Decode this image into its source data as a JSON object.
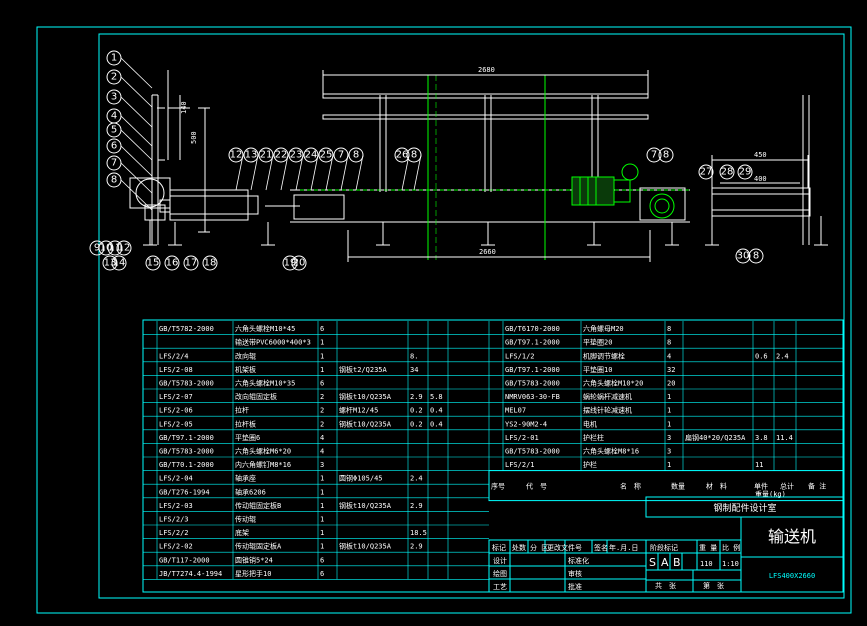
{
  "drawing": {
    "main_title": "输送机",
    "drawing_no": "LFS400X2660",
    "company_title": "钢制配件设计室",
    "dims": {
      "top_length": "2680",
      "bottom_length": "2660",
      "height_500": "500",
      "height_140": "140",
      "width_450": "450",
      "width_400": "400"
    },
    "balloons": {
      "left_column": [
        "1",
        "2",
        "3",
        "4",
        "5",
        "6",
        "7",
        "8"
      ],
      "left_bottom": [
        "9",
        "10",
        "11",
        "12",
        "13",
        "14",
        "15",
        "16",
        "17",
        "18",
        "19",
        "20"
      ],
      "mid_top": [
        "12",
        "13",
        "21",
        "22",
        "23",
        "24",
        "25",
        "7",
        "8",
        "26",
        "8"
      ],
      "mid_right": [
        "7",
        "8"
      ],
      "right_view": [
        "27",
        "28",
        "29",
        "30",
        "8"
      ]
    }
  },
  "bom_left": [
    {
      "no": "",
      "std": "GB/T5782-2000",
      "name": "六角头螺栓M10*45",
      "qty": "6",
      "mat": "",
      "w1": "",
      "w2": ""
    },
    {
      "no": "",
      "std": "",
      "name": "输送带PVC6000*400*3",
      "qty": "1",
      "mat": "",
      "w1": "",
      "w2": ""
    },
    {
      "no": "",
      "std": "LFS/2/4",
      "name": "改向辊",
      "qty": "1",
      "mat": "",
      "w1": "8.",
      "w2": ""
    },
    {
      "no": "",
      "std": "LFS/2-08",
      "name": "机架板",
      "qty": "1",
      "mat": "钢板t2/Q235A",
      "w1": "34",
      "w2": ""
    },
    {
      "no": "",
      "std": "GB/T5783-2000",
      "name": "六角头螺栓M10*35",
      "qty": "6",
      "mat": "",
      "w1": "",
      "w2": ""
    },
    {
      "no": "",
      "std": "LFS/2-07",
      "name": "改向辊固定板",
      "qty": "2",
      "mat": "钢板t10/Q235A",
      "w1": "2.9",
      "w2": "5.8"
    },
    {
      "no": "",
      "std": "LFS/2-06",
      "name": "拉杆",
      "qty": "2",
      "mat": "螺杆M12/45",
      "w1": "0.2",
      "w2": "0.4"
    },
    {
      "no": "",
      "std": "LFS/2-05",
      "name": "拉杆板",
      "qty": "2",
      "mat": "钢板t10/Q235A",
      "w1": "0.2",
      "w2": "0.4"
    },
    {
      "no": "",
      "std": "GB/T97.1-2000",
      "name": "平垫圈6",
      "qty": "4",
      "mat": "",
      "w1": "",
      "w2": ""
    },
    {
      "no": "",
      "std": "GB/T5783-2000",
      "name": "六角头螺栓M6*20",
      "qty": "4",
      "mat": "",
      "w1": "",
      "w2": ""
    },
    {
      "no": "",
      "std": "GB/T70.1-2000",
      "name": "内六角螺钉M8*16",
      "qty": "3",
      "mat": "",
      "w1": "",
      "w2": ""
    },
    {
      "no": "",
      "std": "LFS/2-04",
      "name": "轴承座",
      "qty": "1",
      "mat": "圆钢Φ105/45",
      "w1": "2.4",
      "w2": ""
    },
    {
      "no": "",
      "std": "GB/T276-1994",
      "name": "轴承6206",
      "qty": "1",
      "mat": "",
      "w1": "",
      "w2": ""
    },
    {
      "no": "",
      "std": "LFS/2-03",
      "name": "传动辊固定板B",
      "qty": "1",
      "mat": "钢板t10/Q235A",
      "w1": "2.9",
      "w2": ""
    },
    {
      "no": "",
      "std": "LFS/2/3",
      "name": "传动辊",
      "qty": "1",
      "mat": "",
      "w1": "",
      "w2": ""
    },
    {
      "no": "",
      "std": "LFS/2/2",
      "name": "底架",
      "qty": "1",
      "mat": "",
      "w1": "18.5",
      "w2": ""
    },
    {
      "no": "",
      "std": "LFS/2-02",
      "name": "传动辊固定板A",
      "qty": "1",
      "mat": "钢板t10/Q235A",
      "w1": "2.9",
      "w2": ""
    },
    {
      "no": "",
      "std": "GB/T117-2000",
      "name": "圆锥销5*24",
      "qty": "6",
      "mat": "",
      "w1": "",
      "w2": ""
    },
    {
      "no": "",
      "std": "JB/T7274.4-1994",
      "name": "星形把手10",
      "qty": "6",
      "mat": "",
      "w1": "",
      "w2": ""
    }
  ],
  "bom_right": [
    {
      "no": "",
      "std": "GB/T6170-2000",
      "name": "六角螺母M20",
      "qty": "8",
      "mat": "",
      "w1": "",
      "w2": ""
    },
    {
      "no": "",
      "std": "GB/T97.1-2000",
      "name": "平垫圈20",
      "qty": "8",
      "mat": "",
      "w1": "",
      "w2": ""
    },
    {
      "no": "",
      "std": "LFS/1/2",
      "name": "机脚调节螺栓",
      "qty": "4",
      "mat": "",
      "w1": "0.6",
      "w2": "2.4"
    },
    {
      "no": "",
      "std": "GB/T97.1-2000",
      "name": "平垫圈10",
      "qty": "32",
      "mat": "",
      "w1": "",
      "w2": ""
    },
    {
      "no": "",
      "std": "GB/T5783-2000",
      "name": "六角头螺栓M10*20",
      "qty": "20",
      "mat": "",
      "w1": "",
      "w2": ""
    },
    {
      "no": "",
      "std": "NMRV063-30-FB",
      "name": "蜗轮蜗杆减速机",
      "qty": "1",
      "mat": "",
      "w1": "",
      "w2": ""
    },
    {
      "no": "",
      "std": "MEL07",
      "name": "摆线针轮减速机",
      "qty": "1",
      "mat": "",
      "w1": "",
      "w2": ""
    },
    {
      "no": "",
      "std": "YS2-90M2-4",
      "name": "电机",
      "qty": "1",
      "mat": "",
      "w1": "",
      "w2": ""
    },
    {
      "no": "",
      "std": "LFS/2-01",
      "name": "护栏柱",
      "qty": "3",
      "mat": "扁钢40*20/Q235A",
      "w1": "3.8",
      "w2": "11.4"
    },
    {
      "no": "",
      "std": "GB/T5783-2000",
      "name": "六角头螺栓M8*16",
      "qty": "3",
      "mat": "",
      "w1": "",
      "w2": ""
    },
    {
      "no": "",
      "std": "LFS/2/1",
      "name": "护栏",
      "qty": "1",
      "mat": "",
      "w1": "11",
      "w2": ""
    }
  ],
  "bom_header": {
    "no": "序号",
    "code": "代　号",
    "name": "名　称",
    "qty": "数量",
    "material": "材　料",
    "single": "单件",
    "total": "总计",
    "weight": "重量(kg)",
    "remark": "备 注"
  },
  "title_block": {
    "row_labels": [
      "标记",
      "处数",
      "分 区",
      "更改文件号",
      "签名",
      "年.月.日"
    ],
    "design": "设计",
    "standardize": "标准化",
    "draw": "绘图",
    "check": "审核",
    "process": "工艺",
    "approve": "批准",
    "stage_mark": "阶段标记",
    "weight": "重 量",
    "scale": "比 例",
    "s": "S",
    "a": "A",
    "b": "B",
    "weight_val": "110",
    "scale_val": "1:10",
    "sheets": "共　张",
    "sheet": "第　张"
  }
}
